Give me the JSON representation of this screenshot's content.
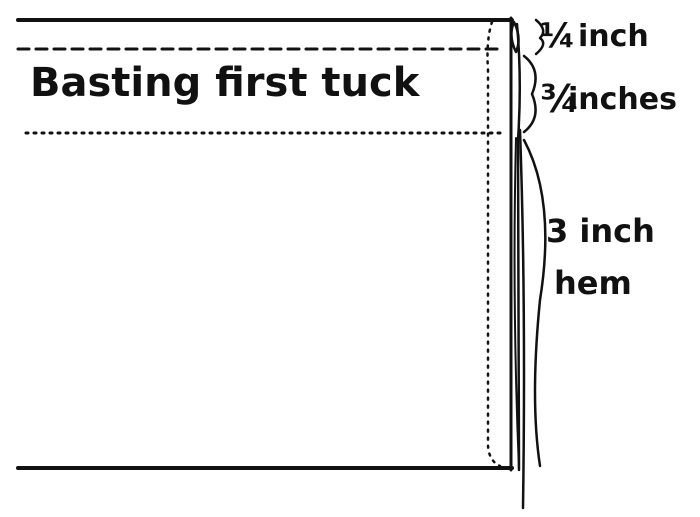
{
  "diagram": {
    "caption": "Basting first tuck",
    "labels": {
      "top_fraction": "¼",
      "top_unit": "inch",
      "mid_fraction": "¾",
      "mid_unit": "inches",
      "hem_line1": "3 inch",
      "hem_line2": "hem"
    },
    "ink_color": "#111111",
    "paper_color": "#ffffff"
  }
}
